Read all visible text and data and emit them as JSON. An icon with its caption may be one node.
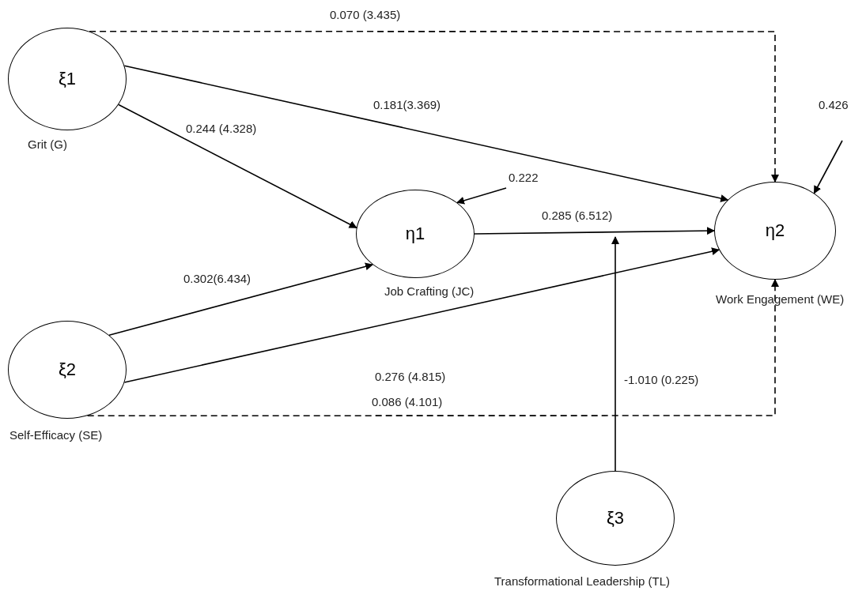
{
  "diagram": {
    "nodes": [
      {
        "text": [
          "ξ1"
        ],
        "beside": [
          "Grit (G)"
        ]
      },
      {
        "text": [
          "η1"
        ],
        "beside": [
          "Job Crafting (JC)"
        ]
      },
      {
        "text": [
          "η2"
        ],
        "beside": [
          "Work Engagement (WE)"
        ]
      },
      {
        "text": [
          "ξ2"
        ],
        "beside": [
          "Self-Efficacy (SE)"
        ]
      },
      {
        "text": [
          "ξ3"
        ],
        "beside": [
          "Transformational Leadership (TL)"
        ]
      }
    ],
    "edges": [
      {
        "from": 0,
        "to": 2,
        "arrow": "to",
        "label": "0.070 (3.435)",
        "style": "dashed"
      },
      {
        "from": 0,
        "to": 2,
        "arrow": "to",
        "label": "0.181(3.369)"
      },
      {
        "from": 0,
        "to": 1,
        "arrow": "to",
        "label": "0.244 (4.328)"
      },
      {
        "from": 1,
        "to": 2,
        "arrow": "to",
        "label": "0.285 (6.512)"
      },
      {
        "from": 3,
        "to": 1,
        "arrow": "to",
        "label": "0.302(6.434)"
      },
      {
        "from": 3,
        "to": 2,
        "arrow": "to",
        "label": "0.276 (4.815)"
      },
      {
        "from": 3,
        "to": 2,
        "arrow": "to",
        "label": "0.086 (4.101)",
        "style": "dashed"
      },
      {
        "from": 4,
        "to": null,
        "arrow": "to",
        "label": "-1.010 (0.225)"
      },
      {
        "from": null,
        "to": 1,
        "arrow": "to",
        "label": "0.222"
      },
      {
        "from": null,
        "to": 2,
        "arrow": "to",
        "label": "0.426"
      }
    ]
  }
}
